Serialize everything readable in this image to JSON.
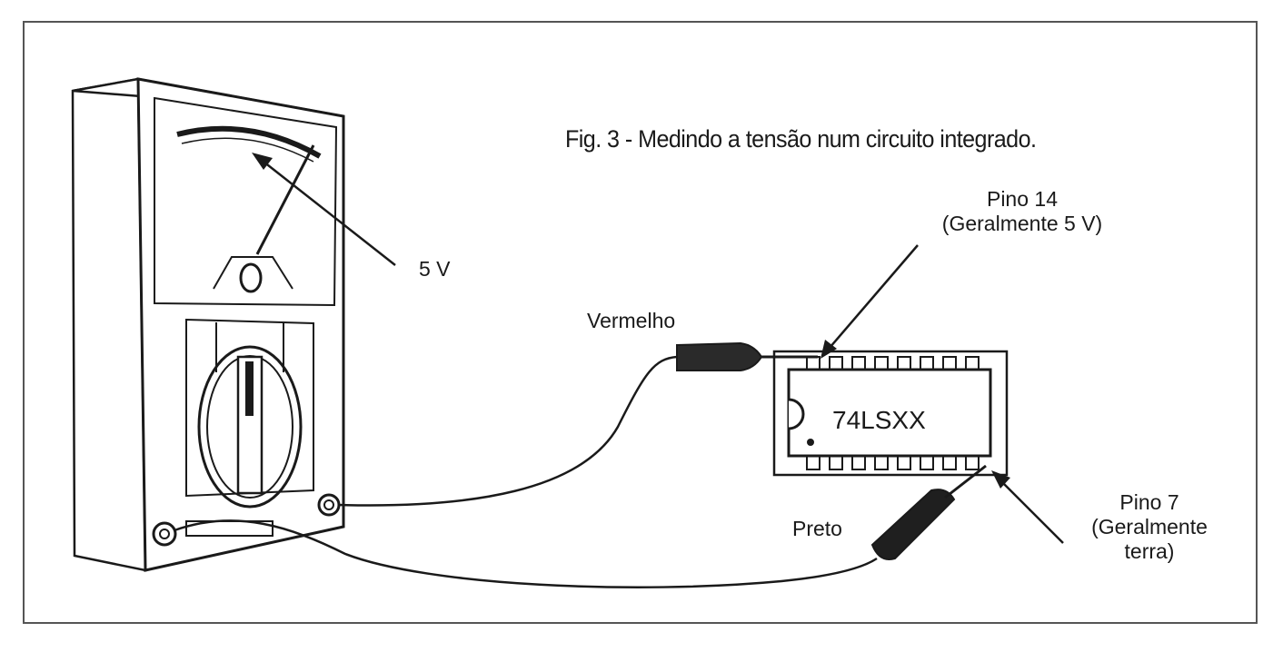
{
  "figure": {
    "caption": "Fig. 3 - Medindo a tensão num circuito integrado.",
    "meter_reading": "5 V",
    "chip_label": "74LSXX",
    "red_probe_label": "Vermelho",
    "black_probe_label": "Preto",
    "pin14": {
      "name": "Pino 14",
      "note": "(Geralmente 5 V)"
    },
    "pin7": {
      "name": "Pino 7",
      "note_line1": "(Geralmente",
      "note_line2": "terra)"
    }
  },
  "colors": {
    "ink": "#1a1a1a",
    "paper": "#ffffff",
    "frame": "#555555"
  }
}
